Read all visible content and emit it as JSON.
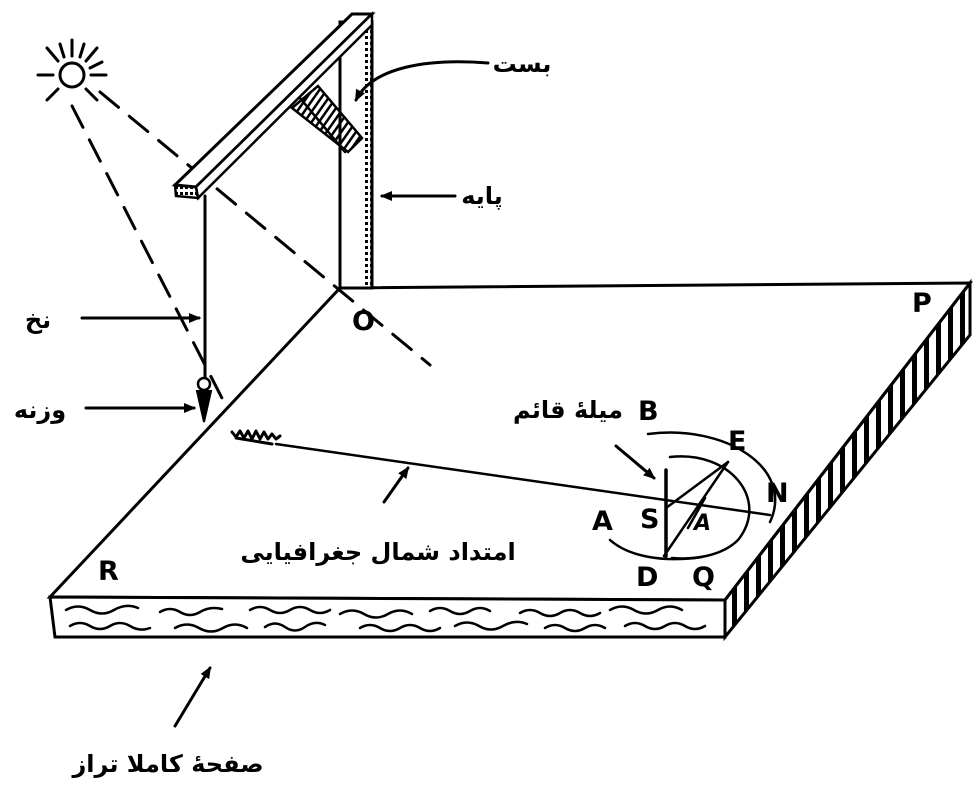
{
  "labels": {
    "bracket": "بست",
    "post": "پایه",
    "thread": "نخ",
    "weight": "وزنه",
    "vertical_rod": "میلهٔ قائم",
    "north_direction": "امتداد شمال جغرافیایی",
    "level_board": "صفحهٔ کاملا تراز"
  },
  "points": {
    "O": "O",
    "P": "P",
    "B": "B",
    "E": "E",
    "N": "N",
    "A": "A",
    "S": "S",
    "inner": "A",
    "R": "R",
    "D": "D",
    "Q": "Q"
  }
}
